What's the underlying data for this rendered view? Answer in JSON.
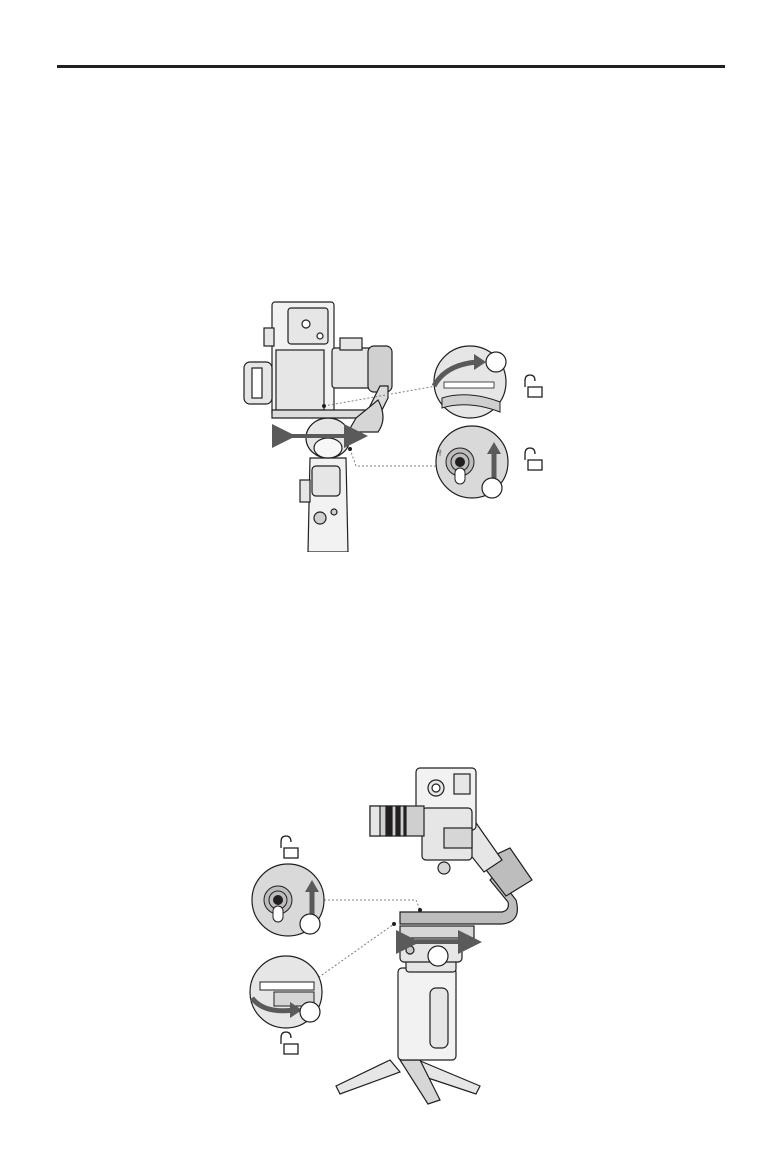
{
  "colors": {
    "ink": "#231f20",
    "device_fill": "#e6e6e6",
    "lens_fill": "#cfcfcf",
    "zoom_fill": "#d9d9d9",
    "arrow": "#5a5a5a",
    "leader": "#808080"
  },
  "figures": [
    {
      "name": "figure-1",
      "callouts": [
        "roll-knob-unlock",
        "tilt-lock-switch-unlock"
      ],
      "icons": [
        "unlock-icon",
        "unlock-icon"
      ]
    },
    {
      "name": "figure-2",
      "callouts": [
        "tilt-lock-switch-unlock",
        "roll-knob-unlock"
      ],
      "icons": [
        "unlock-icon",
        "unlock-icon"
      ]
    }
  ]
}
